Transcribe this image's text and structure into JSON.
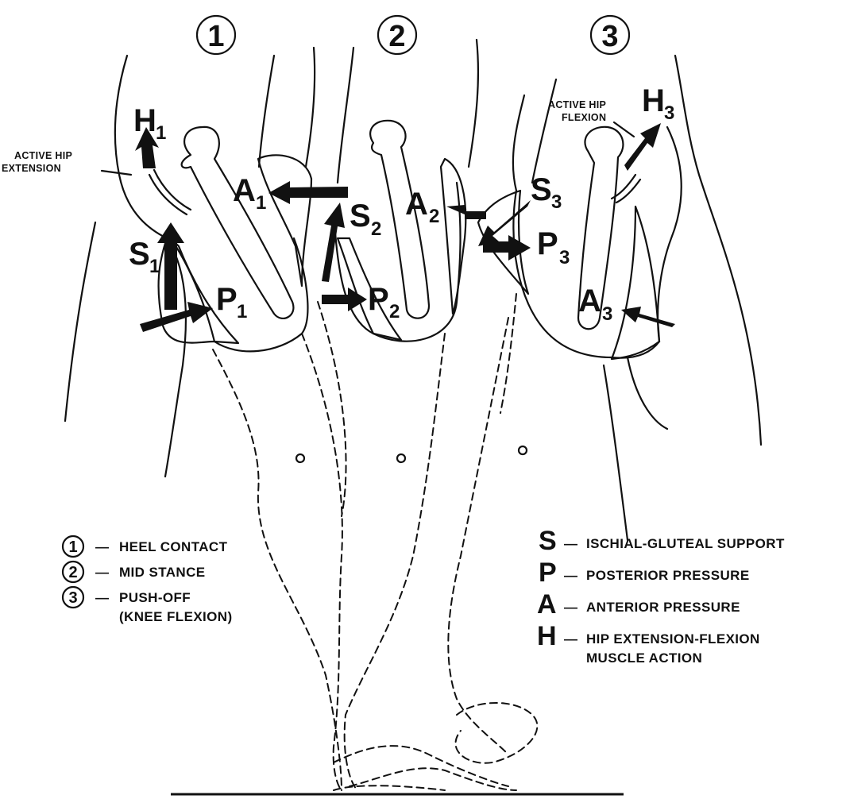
{
  "phases": [
    {
      "num": "1",
      "label": "HEEL CONTACT"
    },
    {
      "num": "2",
      "label": "MID STANCE"
    },
    {
      "num": "3",
      "label": "PUSH-OFF",
      "label2": "(KNEE FLEXION)"
    }
  ],
  "notes": {
    "hip_ext_1": "ACTIVE HIP",
    "hip_ext_2": "EXTENSION",
    "hip_flex_1": "ACTIVE HIP",
    "hip_flex_2": "FLEXION"
  },
  "force_labels": {
    "H1": {
      "letter": "H",
      "sub": "1"
    },
    "A1": {
      "letter": "A",
      "sub": "1"
    },
    "S1": {
      "letter": "S",
      "sub": "1"
    },
    "P1": {
      "letter": "P",
      "sub": "1"
    },
    "S2": {
      "letter": "S",
      "sub": "2"
    },
    "A2": {
      "letter": "A",
      "sub": "2"
    },
    "P2": {
      "letter": "P",
      "sub": "2"
    },
    "S3": {
      "letter": "S",
      "sub": "3"
    },
    "P3": {
      "letter": "P",
      "sub": "3"
    },
    "A3": {
      "letter": "A",
      "sub": "3"
    },
    "H3": {
      "letter": "H",
      "sub": "3"
    }
  },
  "legend": [
    {
      "key": "S",
      "desc": "ISCHIAL-GLUTEAL SUPPORT"
    },
    {
      "key": "P",
      "desc": "POSTERIOR PRESSURE"
    },
    {
      "key": "A",
      "desc": "ANTERIOR PRESSURE"
    },
    {
      "key": "H",
      "desc": "HIP EXTENSION-FLEXION",
      "desc2": "MUSCLE ACTION"
    }
  ],
  "dash": "—"
}
